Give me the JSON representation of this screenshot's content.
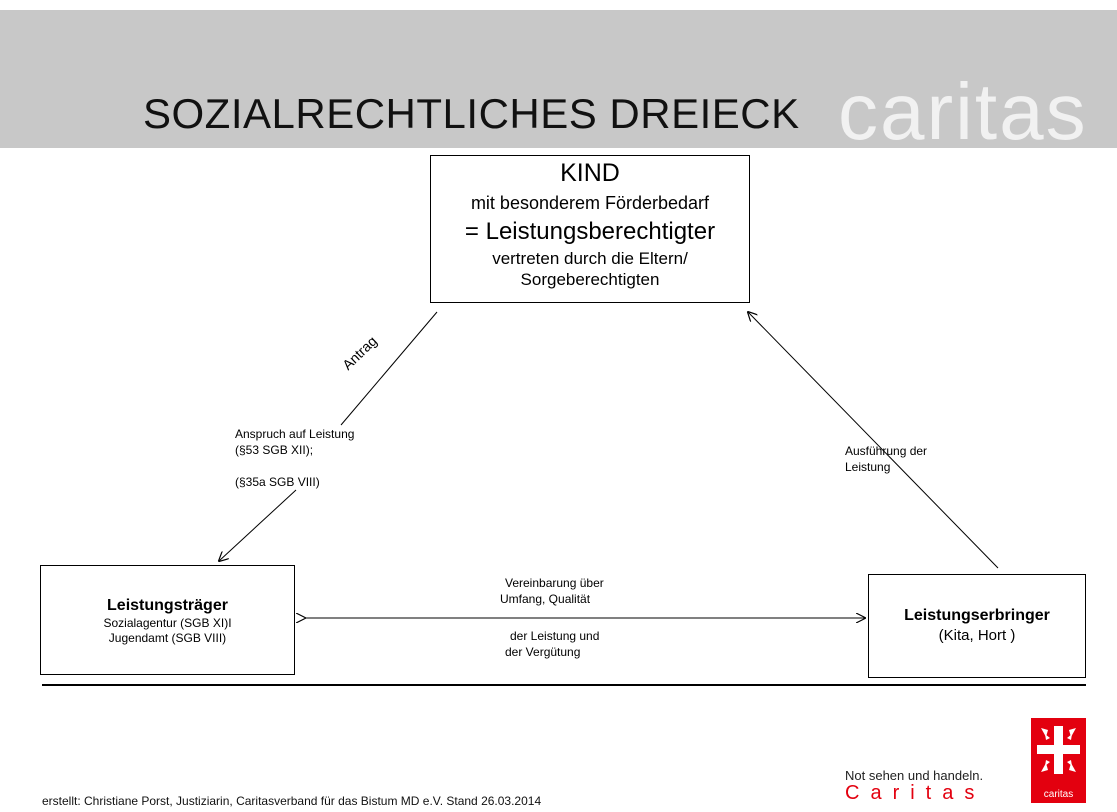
{
  "header": {
    "title": "SOZIALRECHTLICHES DREIECK",
    "brand_watermark": "caritas"
  },
  "kind_box": {
    "title": "KIND",
    "line1": "mit besonderem Förderbedarf",
    "line2": "= Leistungsberechtigter",
    "line3": "vertreten durch die Eltern/",
    "line4": "Sorgeberechtigten"
  },
  "traeger_box": {
    "title": "Leistungsträger",
    "line1": "Sozialagentur (SGB XI)I",
    "line2": "Jugendamt (SGB VIII)"
  },
  "erbringer_box": {
    "title": "Leistungserbringer",
    "line1": "(Kita, Hort )"
  },
  "edge_labels": {
    "antrag": "Antrag",
    "anspruch_line1": "Anspruch auf Leistung",
    "anspruch_line2": "(§53 SGB XII);",
    "anspruch_line3": "(§35a SGB VIII)",
    "ausfuehrung_line1": "Ausführung der",
    "ausfuehrung_line2": "Leistung",
    "vereinbarung_line1": "Vereinbarung über",
    "vereinbarung_line2": "Umfang, Qualität",
    "vereinbarung_line3": "der Leistung und",
    "vereinbarung_line4": "der Vergütung"
  },
  "footer": {
    "credit": "erstellt: Christiane Porst, Justiziarin, Caritasverband für das Bistum MD e.V. Stand 26.03.2014",
    "slogan": "Not sehen und handeln.",
    "brand": "Caritas",
    "logo_text": "caritas"
  },
  "colors": {
    "header_band": "#c8c8c8",
    "brand_red": "#e3000f"
  }
}
